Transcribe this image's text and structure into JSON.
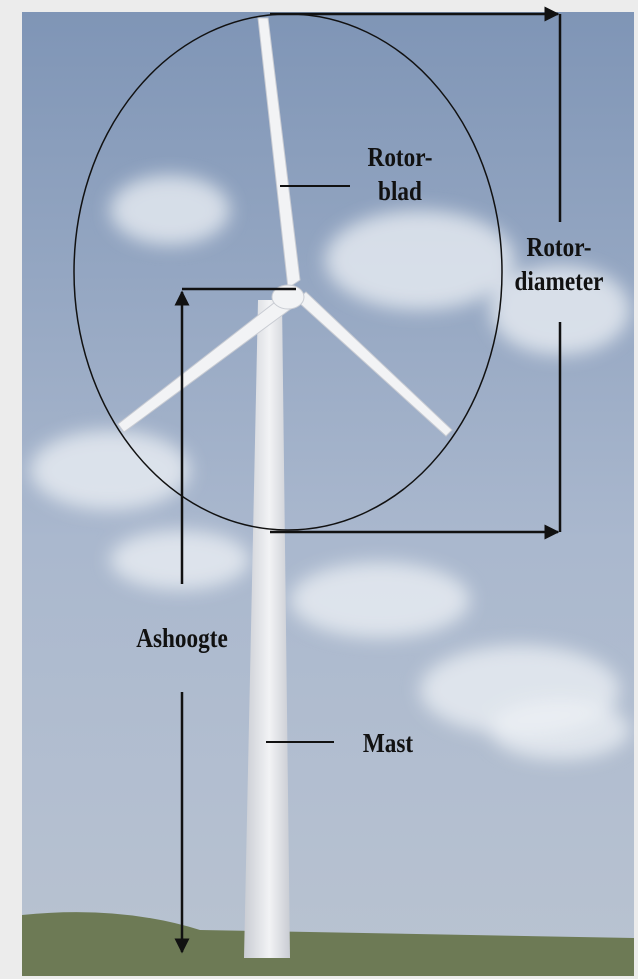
{
  "labels": {
    "rotor_blade": [
      "Rotor-",
      "blad"
    ],
    "rotor_diameter": [
      "Rotor-",
      "diameter"
    ],
    "hub_height": "Ashoogte",
    "mast": "Mast"
  },
  "colors": {
    "frame": "#ececec",
    "sky_top": "#7f95b6",
    "sky_mid": "#aab8ce",
    "sky_bottom": "#b9c3d1",
    "cloud": "#eef1f6",
    "turbine": "#f2f3f5",
    "turbine_shade": "#c9ccd3",
    "ground": "#6d7a55",
    "annotation": "#111111"
  }
}
